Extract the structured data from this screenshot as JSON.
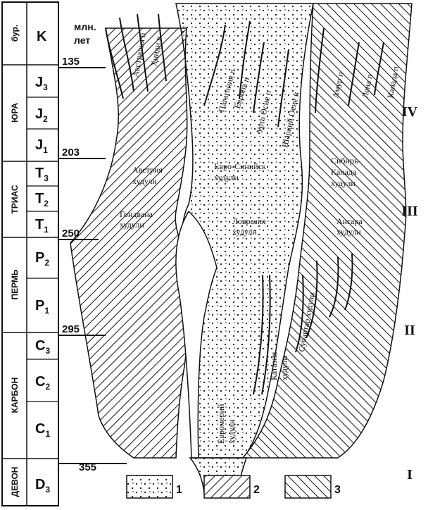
{
  "scale": {
    "header": [
      "млн.",
      "лет"
    ],
    "ages": [
      "135",
      "203",
      "250",
      "295",
      "355"
    ],
    "periods": [
      "бур.",
      "ЮРА",
      "ТРИАС",
      "ПЕРМЬ",
      "КАРБОН",
      "ДЕВОН"
    ],
    "stages": [
      "K",
      "J3",
      "J2",
      "J1",
      "T3",
      "T2",
      "T1",
      "P2",
      "P1",
      "C3",
      "C2",
      "C1",
      "D3"
    ]
  },
  "stages_display": [
    {
      "base": "K",
      "sub": ""
    },
    {
      "base": "J",
      "sub": "3"
    },
    {
      "base": "J",
      "sub": "2"
    },
    {
      "base": "J",
      "sub": "1"
    },
    {
      "base": "T",
      "sub": "3"
    },
    {
      "base": "T",
      "sub": "2"
    },
    {
      "base": "T",
      "sub": "1"
    },
    {
      "base": "P",
      "sub": "2"
    },
    {
      "base": "P",
      "sub": "1"
    },
    {
      "base": "C",
      "sub": "3"
    },
    {
      "base": "C",
      "sub": "2"
    },
    {
      "base": "C",
      "sub": "1"
    },
    {
      "base": "D",
      "sub": "3"
    }
  ],
  "regions": {
    "avstraliya": "Австралия п",
    "indiya": "Ҳинди п",
    "patagoniya": "Патагония п",
    "yevropa": "Европа п",
    "urta_osiyo": "Урта Осие п",
    "sharqiy_osiyo": "Шарқий Осие п",
    "amur": "Амур п",
    "lena": "Лена п",
    "kanada": "Канада п",
    "avstraliya_hududi": [
      "Австрия",
      "худули"
    ],
    "gondvana_hududi": [
      "Гондвана",
      "худули"
    ],
    "yevro_siniysk": [
      "Евро-Синийск",
      "худули"
    ],
    "lovraziya": [
      "Ловразия",
      "худули"
    ],
    "sibir_kanada": [
      "Сибирь-",
      "Канада",
      "худули"
    ],
    "angara": [
      "Ангара",
      "худули"
    ],
    "katagiya": [
      "Катазия",
      "худули"
    ],
    "subartar": "Субартар худули",
    "yevromeriy": [
      "Евромерий",
      "худуди"
    ]
  },
  "roman_numerals": [
    "IV",
    "III",
    "II",
    "I"
  ],
  "legend": [
    {
      "label": "1",
      "pattern": "dots"
    },
    {
      "label": "2",
      "pattern": "hatch-right"
    },
    {
      "label": "3",
      "pattern": "hatch-left"
    }
  ],
  "colors": {
    "ink": "#111111",
    "paper": "#ffffff"
  }
}
